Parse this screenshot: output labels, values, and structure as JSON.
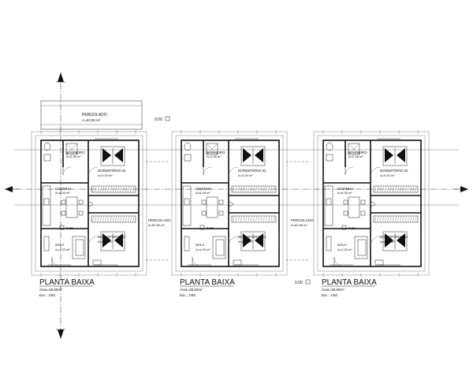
{
  "plans": [
    {
      "title": "PLANTA BAIXA",
      "area": "Área=39.50m²",
      "scale": "Esc.: 1/50",
      "rooms": {
        "banheiro": {
          "name": "BANHEIRO",
          "area": "A=2.36 m²"
        },
        "dorm2": {
          "name": "DORMITÓRIO 02",
          "area": "A=0.00 m²"
        },
        "cozinha": {
          "name": "COZINHA",
          "area": "A=6.06 m²"
        },
        "dorm1": {
          "name": "DORMITÓRIO 01",
          "area": "A=0.00 m²"
        },
        "sala": {
          "name": "SALA",
          "area": "A=4.33 m²"
        }
      },
      "level": "0.15"
    },
    {
      "title": "PLANTA BAIXA",
      "area": "Área=39.50m²",
      "scale": "Esc.: 1/50",
      "rooms": {
        "banheiro": {
          "name": "BANHEIRO",
          "area": "A=2.36 m²"
        },
        "dorm2": {
          "name": "DORMITÓRIO 02",
          "area": "A=0.00 m²"
        },
        "cozinha": {
          "name": "COZINHA",
          "area": "A=6.06 m²"
        },
        "dorm1": {
          "name": "DORMITÓRIO 01",
          "area": "A=0.00 m²"
        },
        "sala": {
          "name": "SALA",
          "area": "A=4.33 m²"
        }
      },
      "level": "0.15"
    },
    {
      "title": "PLANTA BAIXA",
      "area": "Área=39.50m²",
      "scale": "Esc.: 1/50",
      "rooms": {
        "banheiro": {
          "name": "BANHEIRO",
          "area": "A=2.36 m²"
        },
        "dorm2": {
          "name": "DORMITÓRIO 02",
          "area": "A=0.00 m²"
        },
        "cozinha": {
          "name": "COZINHA",
          "area": "A=6.06 m²"
        },
        "dorm1": {
          "name": "DORMITÓRIO 01",
          "area": "A=0.00 m²"
        },
        "sala": {
          "name": "SALA",
          "area": "A=4.33 m²"
        }
      },
      "level": "0.15"
    }
  ],
  "pergolados": [
    {
      "name": "PERGOLADO",
      "area": "A=62.50 m²"
    },
    {
      "name": "PERGOLADO",
      "area": "A=62.50 m²"
    },
    {
      "name": "PERGOLADO",
      "area": "A=62.50 m²"
    }
  ],
  "exterior_levels": [
    "0.00",
    "0.00"
  ]
}
